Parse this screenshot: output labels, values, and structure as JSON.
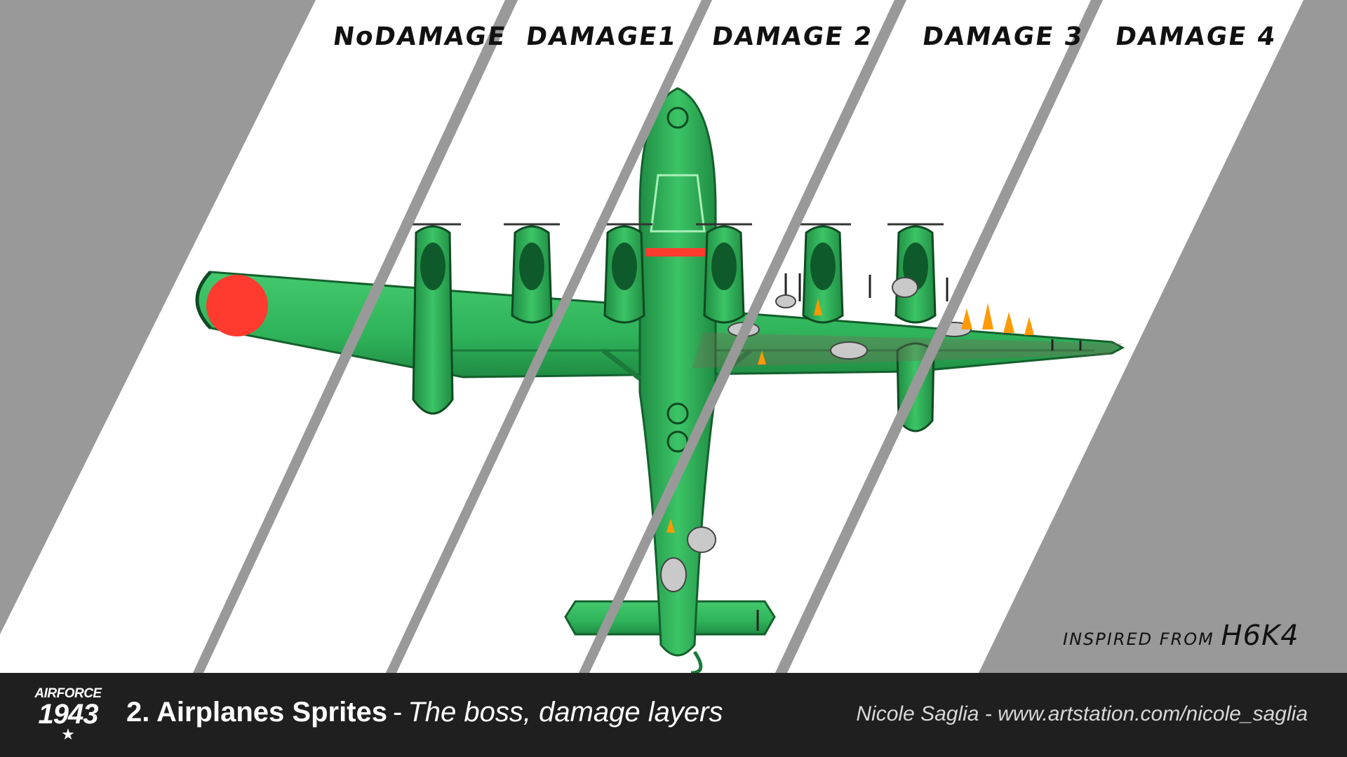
{
  "columns": [
    {
      "label": "NoDAMAGE"
    },
    {
      "label": "DAMAGE1"
    },
    {
      "label": "DAMAGE 2"
    },
    {
      "label": "DAMAGE 3"
    },
    {
      "label": "DAMAGE 4"
    }
  ],
  "credit_note": {
    "prefix": "INSPIRED FROM",
    "model": "H6K4"
  },
  "footer": {
    "logo_top": "AIRFORCE",
    "logo_year": "1943",
    "title_main": "2. Airplanes Sprites",
    "title_sep": "-",
    "title_sub": "The boss, damage layers",
    "author": "Nicole Saglia  -  www.artstation.com/nicole_saglia"
  },
  "colors": {
    "background_gray": "#999999",
    "panel_white": "#ffffff",
    "plane_green": "#2fb35a",
    "plane_dark_green": "#1d7a3b",
    "roundel_red": "#ff3b30",
    "fire_orange": "#ff9a00",
    "footer_bg": "#1f1f1f"
  },
  "icons": [
    "airforce-1943-logo",
    "star-icon"
  ]
}
